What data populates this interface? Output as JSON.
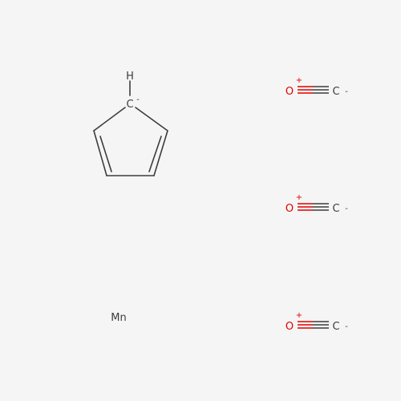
{
  "colors": {
    "background": "#f5f5f5",
    "carbon": "#3c3c3c",
    "oxygen": "#e00000",
    "bond": "#3c3c3c"
  },
  "cyclopentadienyl": {
    "h_label": "H",
    "c_label": "C",
    "c_charge": "-"
  },
  "carbonyls": [
    {
      "o_label": "O",
      "o_charge": "+",
      "c_label": "C",
      "c_charge": "-"
    },
    {
      "o_label": "O",
      "o_charge": "+",
      "c_label": "C",
      "c_charge": "-"
    },
    {
      "o_label": "O",
      "o_charge": "+",
      "c_label": "C",
      "c_charge": "-"
    }
  ],
  "metal": {
    "label": "Mn"
  }
}
